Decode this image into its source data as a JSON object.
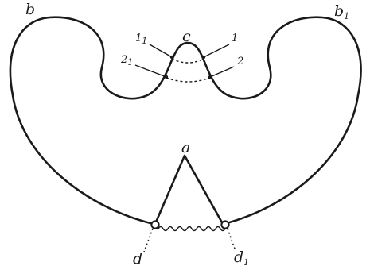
{
  "labels": {
    "b": "b",
    "b1": "b",
    "b1_sub": "1",
    "c": "c",
    "one": "1",
    "one_prime": "1",
    "one_prime_sub": "1",
    "two": "2",
    "two_prime": "2",
    "two_prime_sub": "1",
    "a": "a",
    "d": "d",
    "d1": "d",
    "d1_sub": "1"
  },
  "colors": {
    "ink": "#1a1a1a",
    "background": "#ffffff"
  }
}
